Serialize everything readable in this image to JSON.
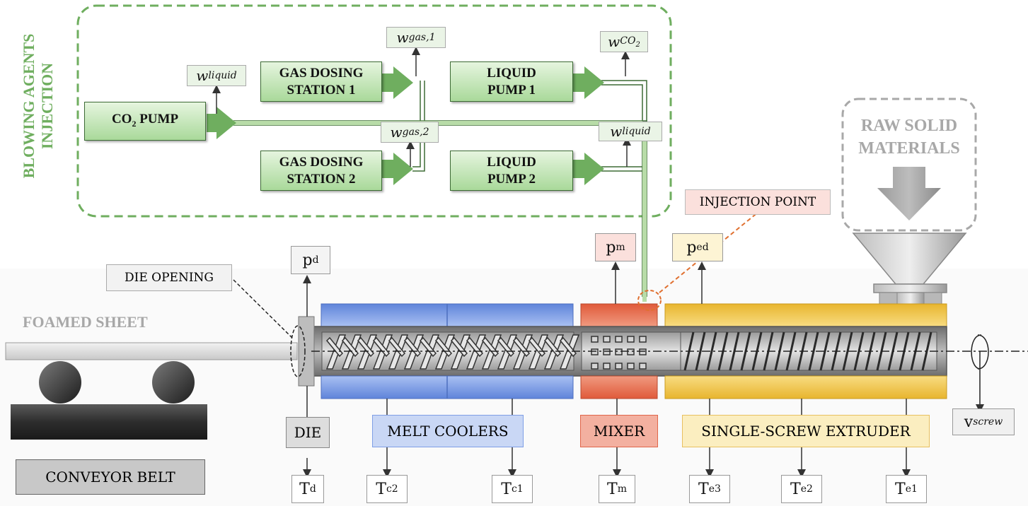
{
  "section_title": {
    "line1": "BLOWING AGENTS",
    "line2": "INJECTION"
  },
  "equipment": {
    "co2_pump": {
      "main": "CO",
      "sub": "2",
      "rest": " PUMP"
    },
    "gas_dosing_1": {
      "line1": "GAS DOSING",
      "line2": "STATION 1"
    },
    "gas_dosing_2": {
      "line1": "GAS DOSING",
      "line2": "STATION 2"
    },
    "liquid_pump_1": {
      "line1": "LIQUID",
      "line2": "PUMP 1"
    },
    "liquid_pump_2": {
      "line1": "LIQUID",
      "line2": "PUMP 2"
    }
  },
  "flow_measurements": {
    "w_liquid_left": {
      "main": "w",
      "sub": "liquid"
    },
    "w_gas1": {
      "main": "w",
      "sub": "gas,1"
    },
    "w_gas2": {
      "main": "w",
      "sub": "gas,2"
    },
    "w_co2": {
      "main": "w",
      "sub": "CO",
      "subsub": "2"
    },
    "w_liquid_right": {
      "main": "w",
      "sub": "liquid"
    }
  },
  "raw_materials": {
    "line1": "RAW SOLID",
    "line2": "MATERIALS"
  },
  "callouts": {
    "injection_point": "INJECTION POINT",
    "die_opening": "DIE OPENING",
    "foamed_sheet": "FOAMED SHEET"
  },
  "sections": {
    "die": "DIE",
    "melt_coolers": "MELT COOLERS",
    "mixer": "MIXER",
    "single_screw_extruder": "SINGLE-SCREW EXTRUDER",
    "conveyor_belt": "CONVEYOR BELT"
  },
  "sensors": {
    "p_d": {
      "main": "p",
      "sub": "d"
    },
    "p_m": {
      "main": "p",
      "sub": "m"
    },
    "p_ed": {
      "main": "p",
      "sub": "ed"
    },
    "v_screw": {
      "main": "v",
      "sub": "screw"
    },
    "T_d": {
      "main": "T",
      "sub": "d"
    },
    "T_c2": {
      "main": "T",
      "sub": "c2"
    },
    "T_c1": {
      "main": "T",
      "sub": "c1"
    },
    "T_m": {
      "main": "T",
      "sub": "m"
    },
    "T_e3": {
      "main": "T",
      "sub": "e3"
    },
    "T_e2": {
      "main": "T",
      "sub": "e2"
    },
    "T_e1": {
      "main": "T",
      "sub": "e1"
    }
  },
  "colors": {
    "green_accent": "#6fae5f",
    "cooler_blue": "#7f9fe6",
    "mixer_red": "#e0664a",
    "extruder_yellow": "#f1c84b",
    "barrel_gray": "#9a9a9a",
    "injection_orange": "#e07030"
  }
}
